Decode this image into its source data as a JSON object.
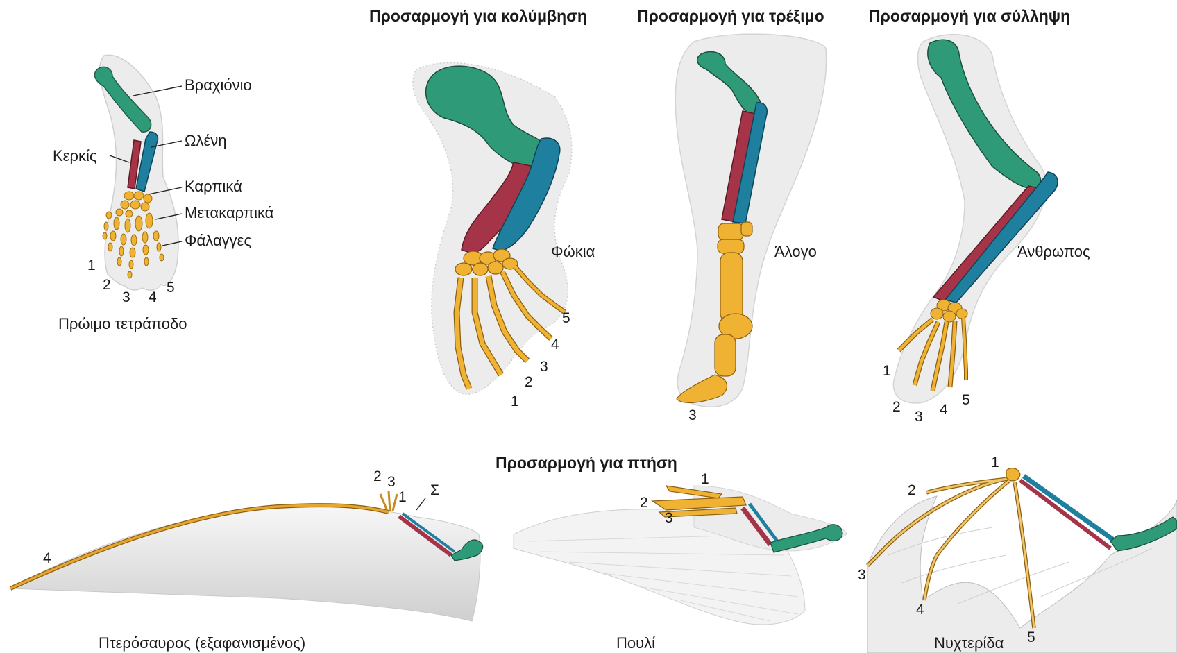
{
  "headings": {
    "swimming": "Προσαρμογή για κολύμβηση",
    "running": "Προσαρμογή για τρέξιμο",
    "grasping": "Προσαρμογή για σύλληψη",
    "flight": "Προσαρμογή για πτήση"
  },
  "bones": {
    "humerus": "Βραχιόνιο",
    "ulna": "Ωλένη",
    "radius": "Κερκίς",
    "carpals": "Καρπικά",
    "metacarpals": "Μετακαρπικά",
    "phalanges": "Φάλαγγες"
  },
  "animals": {
    "tetrapod": "Πρώιμο τετράποδο",
    "seal": "Φώκια",
    "horse": "Άλογο",
    "human": "Άνθρωπος",
    "pterosaur": "Πτερόσαυρος (εξαφανισμένος)",
    "bird": "Πουλί",
    "bat": "Νυχτερίδα"
  },
  "digits": {
    "d1": "1",
    "d2": "2",
    "d3": "3",
    "d4": "4",
    "d5": "5",
    "sigma": "Σ"
  },
  "colors": {
    "humerus": "#2f9a78",
    "radius": "#a63448",
    "ulna": "#1f7f9f",
    "hand": "#f0b232",
    "skin": "#ebebeb"
  }
}
